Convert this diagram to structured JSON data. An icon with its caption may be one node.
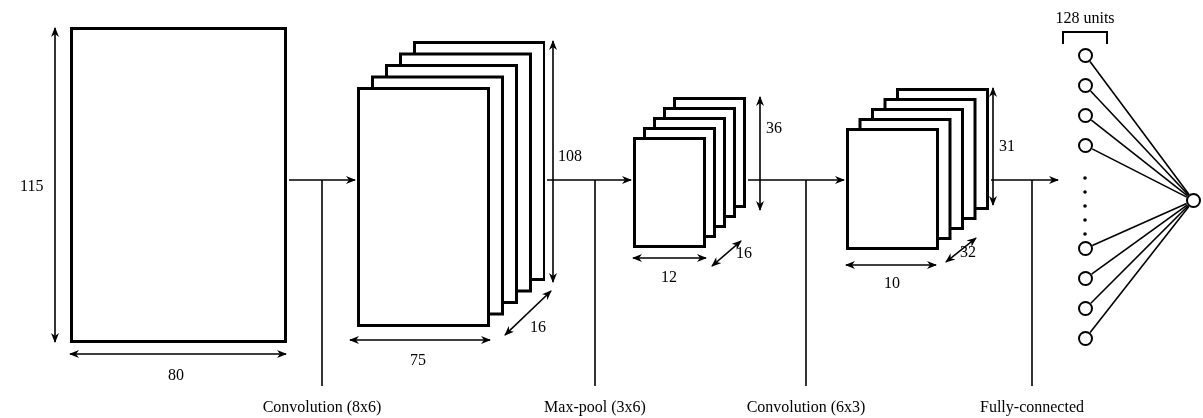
{
  "diagram": {
    "nodes": [
      {
        "text": [],
        "shape": "box"
      },
      {
        "text": [],
        "shape": "box"
      },
      {
        "text": [],
        "shape": "box"
      },
      {
        "text": [],
        "shape": "box"
      },
      {
        "text": [],
        "shape": "circle"
      },
      {
        "text": [],
        "shape": "circle"
      },
      {
        "text": [],
        "shape": "circle"
      },
      {
        "text": [],
        "shape": "circle"
      },
      {
        "text": [],
        "shape": "circle"
      },
      {
        "text": [],
        "shape": "circle"
      },
      {
        "text": [],
        "shape": "circle"
      },
      {
        "text": [],
        "shape": "circle"
      },
      {
        "text": [],
        "shape": "circle"
      },
      {
        "text": [
          "Convolution (8x6)"
        ]
      },
      {
        "text": [
          "Max-pool (3x6)"
        ]
      },
      {
        "text": [
          "Convolution (6x3)"
        ]
      },
      {
        "text": [
          "Fully-connected"
        ]
      }
    ],
    "edges": [
      {
        "from": 0,
        "to": 1,
        "arrow": "to"
      },
      {
        "from": 1,
        "to": 2,
        "arrow": "to"
      },
      {
        "from": 2,
        "to": 3,
        "arrow": "to"
      },
      {
        "from": 3,
        "to": null,
        "arrow": "to"
      },
      {
        "from": 4,
        "to": 12,
        "arrow": "none"
      },
      {
        "from": 5,
        "to": 12,
        "arrow": "none"
      },
      {
        "from": 6,
        "to": 12,
        "arrow": "none"
      },
      {
        "from": 7,
        "to": 12,
        "arrow": "none"
      },
      {
        "from": 8,
        "to": 12,
        "arrow": "none"
      },
      {
        "from": 9,
        "to": 12,
        "arrow": "none"
      },
      {
        "from": 10,
        "to": 12,
        "arrow": "none"
      },
      {
        "from": 11,
        "to": 12,
        "arrow": "none"
      },
      {
        "from": 13,
        "to": null,
        "arrow": "none"
      },
      {
        "from": 14,
        "to": null,
        "arrow": "none"
      },
      {
        "from": 15,
        "to": null,
        "arrow": "none"
      },
      {
        "from": 16,
        "to": null,
        "arrow": "none"
      }
    ],
    "labels": [
      "128 units",
      "115",
      "80",
      "108",
      "75",
      "16",
      "36",
      "12",
      "16",
      "31",
      "10",
      "32"
    ]
  }
}
